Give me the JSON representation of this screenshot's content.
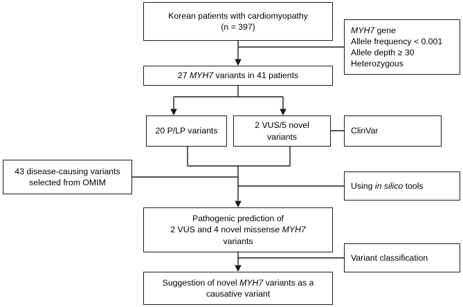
{
  "diagram": {
    "title": "MYH7 variant analysis flowchart",
    "accent_color": "#1a1a1a",
    "background_color": "#ffffff"
  },
  "nodes": {
    "cohort": {
      "line1": "Korean patients with cardiomyopathy",
      "line2": "(n = 397)"
    },
    "filter_criteria": {
      "line1_italic": "MYH7",
      "line1_rest": " gene",
      "line2": "Allele frequency < 0.001",
      "line3": "Allele depth ≥ 30",
      "line4": "Heterozygous"
    },
    "variants_found": {
      "pre": "27 ",
      "gene_italic": "MYH7",
      "post": " variants in 41 patients"
    },
    "plp_variants": {
      "label": "20 P/LP variants"
    },
    "vus_novel_variants": {
      "line1": "2 VUS/5 novel",
      "line2": "variants"
    },
    "clinvar": {
      "label": "ClinVar"
    },
    "omim": {
      "line1": "43 disease-causing variants",
      "line2": "selected from OMIM"
    },
    "in_silico": {
      "pre": "Using ",
      "italic": "in silico",
      "post": " tools"
    },
    "pathogenic_prediction": {
      "line1": "Pathogenic prediction of",
      "line2_pre": "2 VUS and 4 novel missense ",
      "line2_italic": "MYH7",
      "line3": "variants"
    },
    "variant_classification": {
      "label": "Variant classification"
    },
    "suggestion": {
      "line1_pre": "Suggestion of novel ",
      "line1_italic": "MYH7",
      "line1_post": " variants as a",
      "line2": "causative variant"
    }
  }
}
